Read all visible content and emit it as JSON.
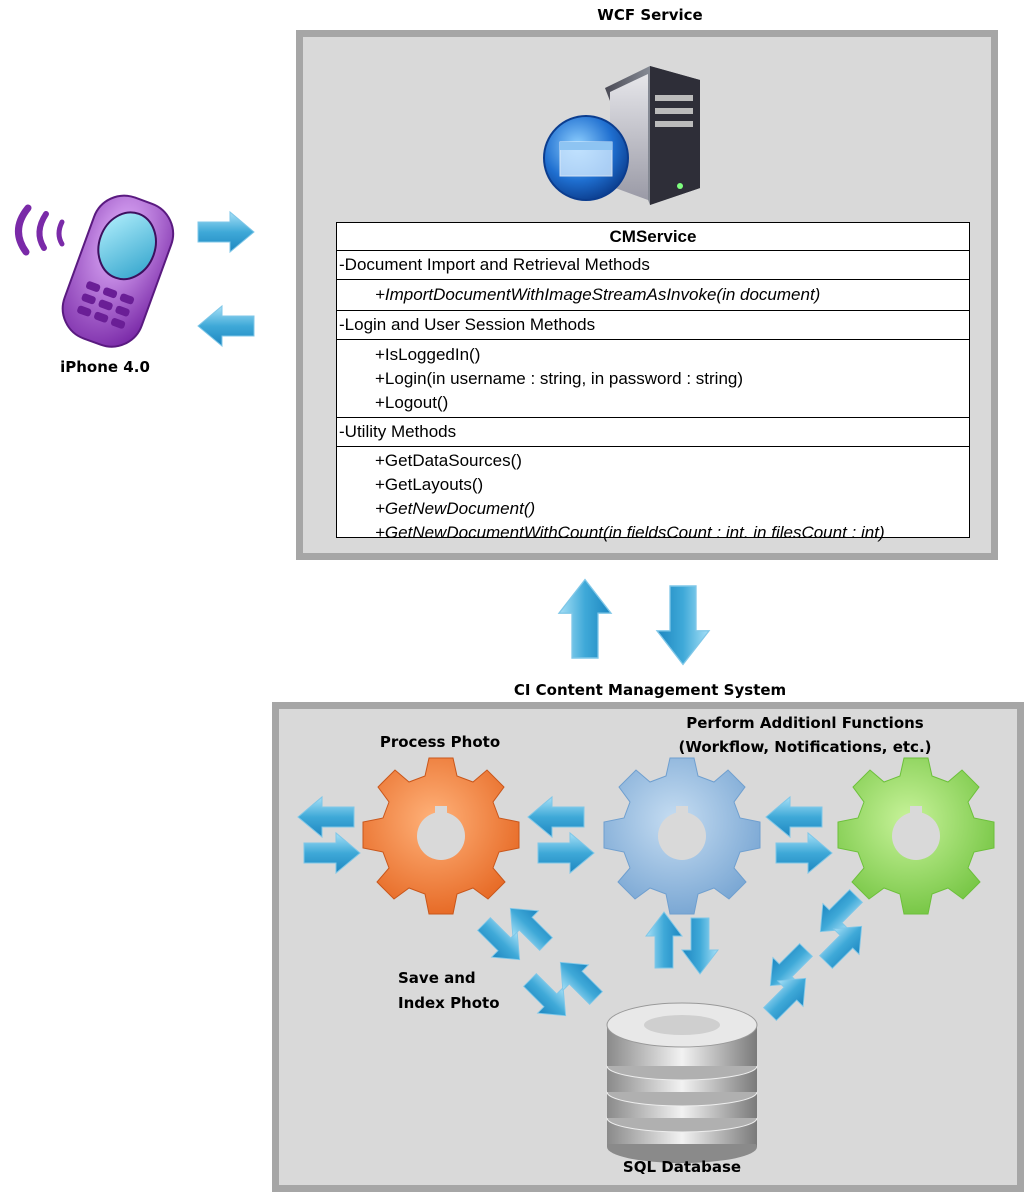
{
  "wcf": {
    "title": "WCF Service"
  },
  "phone": {
    "label": "iPhone 4.0"
  },
  "uml": {
    "class_name": "CMService",
    "sections": [
      {
        "name": "-Document Import and Retrieval Methods",
        "ops": [
          {
            "text": "+ImportDocumentWithImageStreamAsInvoke(in document)",
            "italic": true
          }
        ]
      },
      {
        "name": "-Login and User Session Methods",
        "ops": [
          {
            "text": "+IsLoggedIn()",
            "italic": false
          },
          {
            "text": "+Login(in username : string, in password : string)",
            "italic": false
          },
          {
            "text": "+Logout()",
            "italic": false
          }
        ]
      },
      {
        "name": "-Utility Methods",
        "ops": [
          {
            "text": "+GetDataSources()",
            "italic": false
          },
          {
            "text": "+GetLayouts()",
            "italic": false
          },
          {
            "text": "+GetNewDocument()",
            "italic": true
          },
          {
            "text": "+GetNewDocumentWithCount(in fieldsCount : int. in filesCount : int)",
            "italic": true
          }
        ]
      }
    ]
  },
  "cms": {
    "title": "CI Content Management System",
    "process_photo": "Process Photo",
    "additional_line1": "Perform Additionl Functions",
    "additional_line2": "(Workflow, Notifications, etc.)",
    "save_line1": "Save and",
    "save_line2": "Index Photo",
    "database": "SQL Database"
  },
  "colors": {
    "arrow": "#3fa9d8",
    "gear_orange": "#f07a1f",
    "gear_blue": "#8fb8dc",
    "gear_green": "#8fd150",
    "phone": "#9b59c4"
  }
}
